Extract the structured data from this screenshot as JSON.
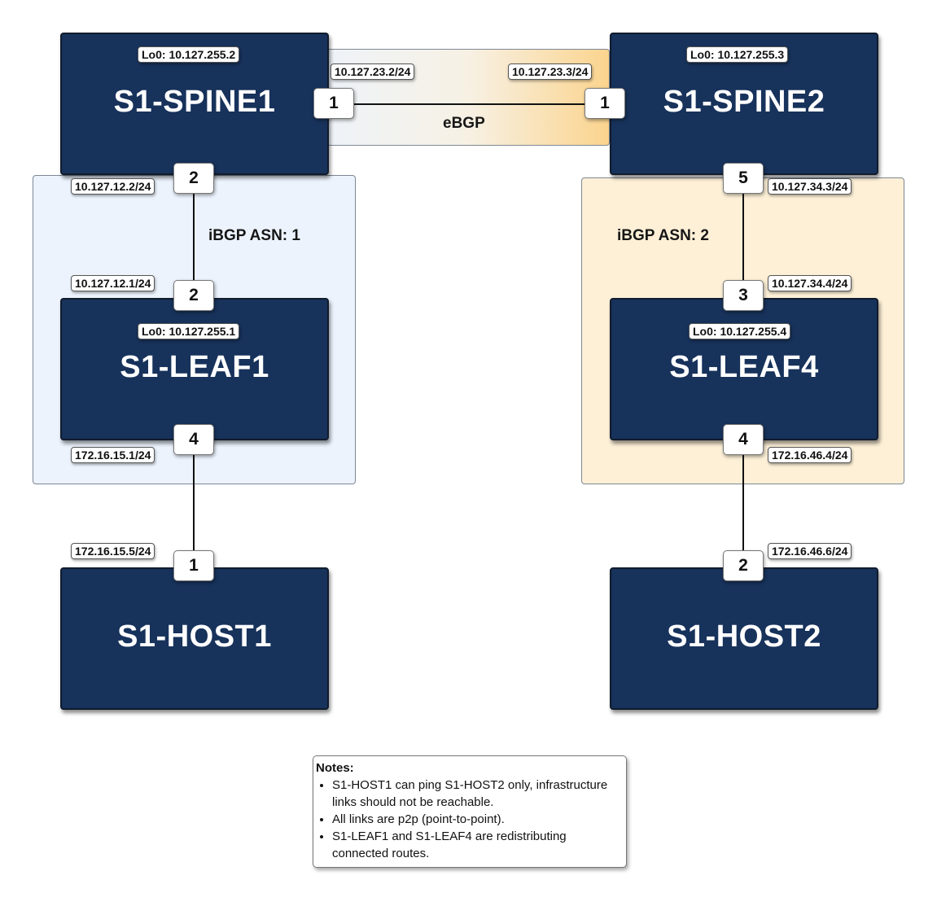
{
  "edge_label_ebgp": "eBGP",
  "zones": {
    "asn1_label": "iBGP ASN: 1",
    "asn2_label": "iBGP ASN: 2"
  },
  "nodes": {
    "spine1": {
      "name": "S1-SPINE1",
      "loopback": "Lo0: 10.127.255.2"
    },
    "spine2": {
      "name": "S1-SPINE2",
      "loopback": "Lo0: 10.127.255.3"
    },
    "leaf1": {
      "name": "S1-LEAF1",
      "loopback": "Lo0: 10.127.255.1"
    },
    "leaf4": {
      "name": "S1-LEAF4",
      "loopback": "Lo0: 10.127.255.4"
    },
    "host1": {
      "name": "S1-HOST1"
    },
    "host2": {
      "name": "S1-HOST2"
    }
  },
  "ports": {
    "spine1_p1": "1",
    "spine1_p2": "2",
    "spine2_p1": "1",
    "spine2_p5": "5",
    "leaf1_p2": "2",
    "leaf1_p4": "4",
    "leaf4_p3": "3",
    "leaf4_p4": "4",
    "host1_p1": "1",
    "host2_p2": "2"
  },
  "ips": {
    "spine1_p1": "10.127.23.2/24",
    "spine2_p1": "10.127.23.3/24",
    "spine1_p2": "10.127.12.2/24",
    "leaf1_p2": "10.127.12.1/24",
    "leaf1_p4": "172.16.15.1/24",
    "host1_p1": "172.16.15.5/24",
    "spine2_p5": "10.127.34.3/24",
    "leaf4_p3": "10.127.34.4/24",
    "leaf4_p4": "172.16.46.4/24",
    "host2_p2": "172.16.46.6/24"
  },
  "notes": {
    "title": "Notes:",
    "items": [
      "S1-HOST1 can ping S1-HOST2 only, infrastructure links should not be reachable.",
      "All links are p2p (point-to-point).",
      "S1-LEAF1 and S1-LEAF4 are redistributing connected routes."
    ]
  }
}
